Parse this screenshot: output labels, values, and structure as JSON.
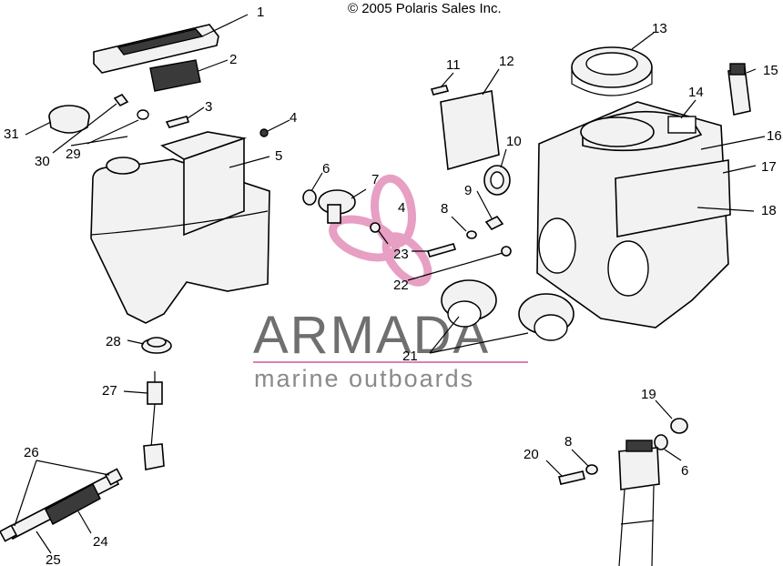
{
  "copyright": "© 2005 Polaris Sales Inc.",
  "watermark": {
    "title": "ARMADA",
    "subtitle": "marine outboards",
    "logo_color": "#e07fb0",
    "text_color": "#6f6f6f"
  },
  "callouts": [
    "1",
    "2",
    "3",
    "4",
    "4",
    "5",
    "6",
    "6",
    "7",
    "8",
    "8",
    "9",
    "10",
    "11",
    "12",
    "13",
    "14",
    "15",
    "16",
    "17",
    "18",
    "19",
    "20",
    "21",
    "22",
    "23",
    "24",
    "25",
    "26",
    "27",
    "28",
    "29",
    "30",
    "31"
  ]
}
